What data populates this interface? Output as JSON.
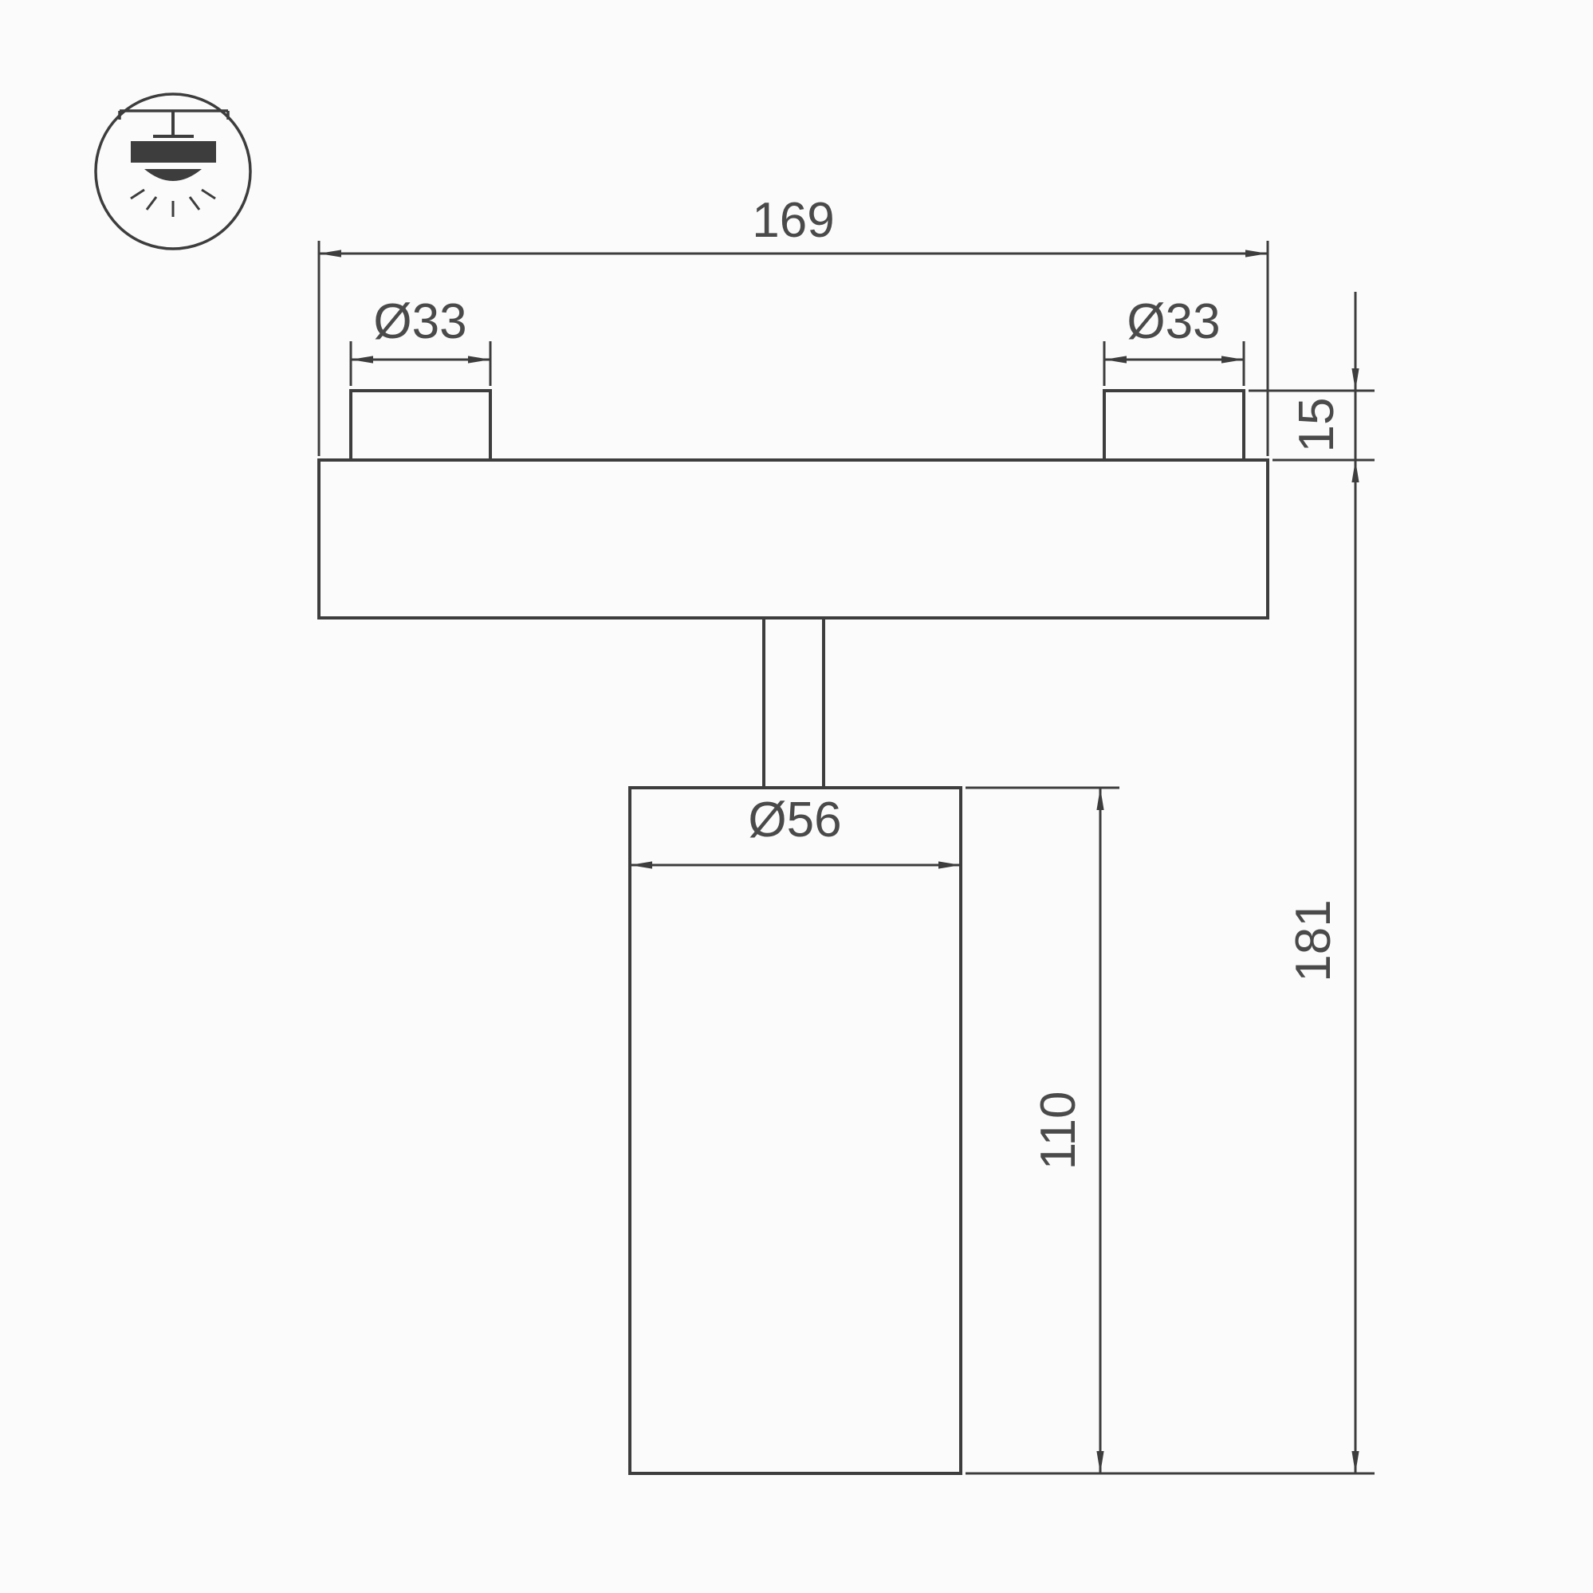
{
  "drawing": {
    "icon": "ceiling-mounted-spotlight-icon",
    "labels": {
      "overall_width": "169",
      "left_tab_diameter": "Ø33",
      "right_tab_diameter": "Ø33",
      "tab_height": "15",
      "overall_height": "181",
      "body_height": "110",
      "body_diameter": "Ø56"
    },
    "colors": {
      "line": "#3d3d3d",
      "text": "#4a4a4a",
      "background": "#fbfbfb"
    }
  }
}
